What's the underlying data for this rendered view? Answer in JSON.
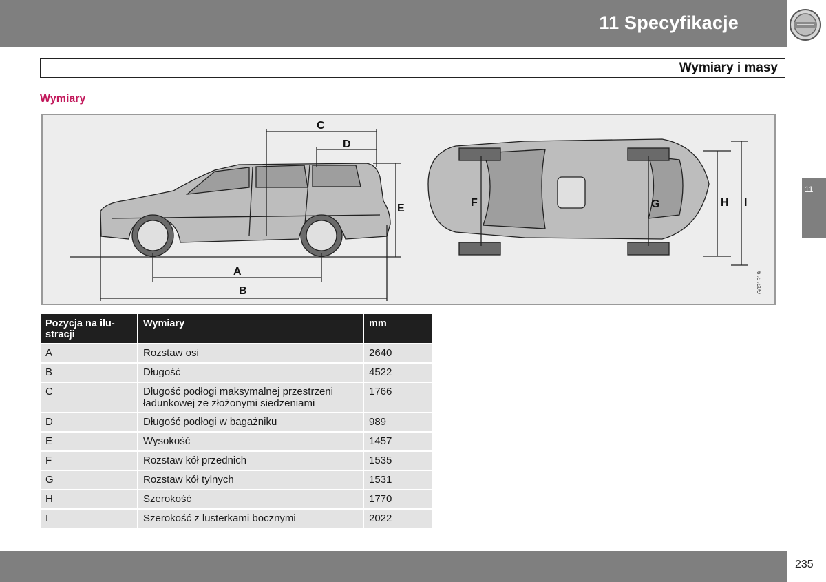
{
  "header": {
    "chapter_title": "11 Specyfikacje"
  },
  "section": {
    "title": "Wymiary i masy",
    "subtitle": "Wymiary"
  },
  "figure": {
    "labels": [
      "C",
      "D",
      "E",
      "A",
      "B",
      "F",
      "G",
      "H",
      "I"
    ],
    "code": "G031519"
  },
  "side_tab": {
    "label": "11"
  },
  "table": {
    "headers": [
      "Pozycja na ilu-\nstracji",
      "Wymiary",
      "mm"
    ],
    "rows": [
      [
        "A",
        "Rozstaw osi",
        "2640"
      ],
      [
        "B",
        "Długość",
        "4522"
      ],
      [
        "C",
        "Długość podłogi maksymalnej przestrzeni ładunkowej ze złożonymi siedzeniami",
        "1766"
      ],
      [
        "D",
        "Długość podłogi w bagażniku",
        "989"
      ],
      [
        "E",
        "Wysokość",
        "1457"
      ],
      [
        "F",
        "Rozstaw kół przednich",
        "1535"
      ],
      [
        "G",
        "Rozstaw kół tylnych",
        "1531"
      ],
      [
        "H",
        "Szerokość",
        "1770"
      ],
      [
        "I",
        "Szerokość z lusterkami bocznymi",
        "2022"
      ]
    ]
  },
  "footer": {
    "page_number": "235"
  }
}
